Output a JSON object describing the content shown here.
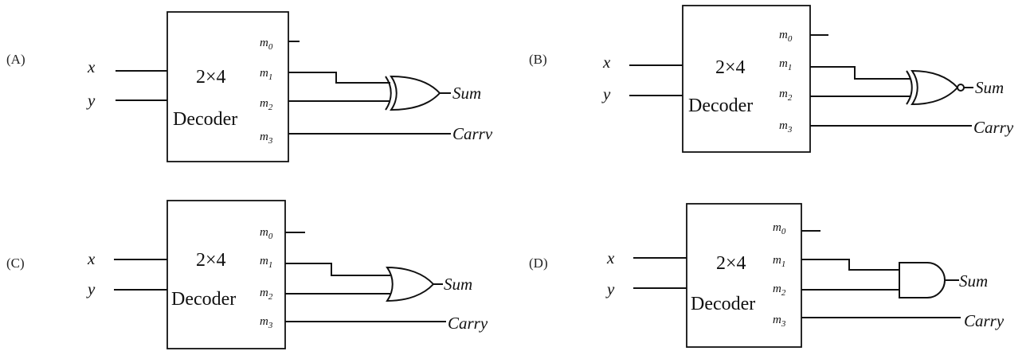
{
  "options": [
    {
      "label": "(A)",
      "decoder_line1": "2×4",
      "decoder_line2": "Decoder",
      "input_x": "x",
      "input_y": "y",
      "pins": [
        "m0",
        "m1",
        "m2",
        "m3"
      ],
      "gate": "XOR",
      "sum_label": "Sum",
      "carry_label": "Carrv"
    },
    {
      "label": "(B)",
      "decoder_line1": "2×4",
      "decoder_line2": "Decoder",
      "input_x": "x",
      "input_y": "y",
      "pins": [
        "m0",
        "m1",
        "m2",
        "m3"
      ],
      "gate": "XNOR",
      "sum_label": "Sum",
      "carry_label": "Carry"
    },
    {
      "label": "(C)",
      "decoder_line1": "2×4",
      "decoder_line2": "Decoder",
      "input_x": "x",
      "input_y": "y",
      "pins": [
        "m0",
        "m1",
        "m2",
        "m3"
      ],
      "gate": "OR",
      "sum_label": "Sum",
      "carry_label": "Carry"
    },
    {
      "label": "(D)",
      "decoder_line1": "2×4",
      "decoder_line2": "Decoder",
      "input_x": "x",
      "input_y": "y",
      "pins": [
        "m0",
        "m1",
        "m2",
        "m3"
      ],
      "gate": "AND",
      "sum_label": "Sum",
      "carry_label": "Carry"
    }
  ]
}
